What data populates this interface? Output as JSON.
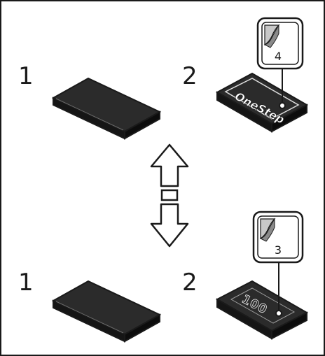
{
  "labels": {
    "top_left_number": "1",
    "top_right_number": "2",
    "bottom_left_number": "1",
    "bottom_right_number": "2"
  },
  "callouts": {
    "top_callout_number": "4",
    "bottom_callout_number": "3"
  },
  "tiles": {
    "top_right_tile_text": "OneStep",
    "bottom_right_tile_text": "100"
  },
  "icons": {
    "callout_icon": "peeling-sticker-icon",
    "arrows": "double-headed-vertical-arrow-icon"
  },
  "colors": {
    "outline": "#1a1a1a",
    "tile_top": "#2b2b2b",
    "tile_side": "#111111",
    "background": "#ffffff"
  }
}
